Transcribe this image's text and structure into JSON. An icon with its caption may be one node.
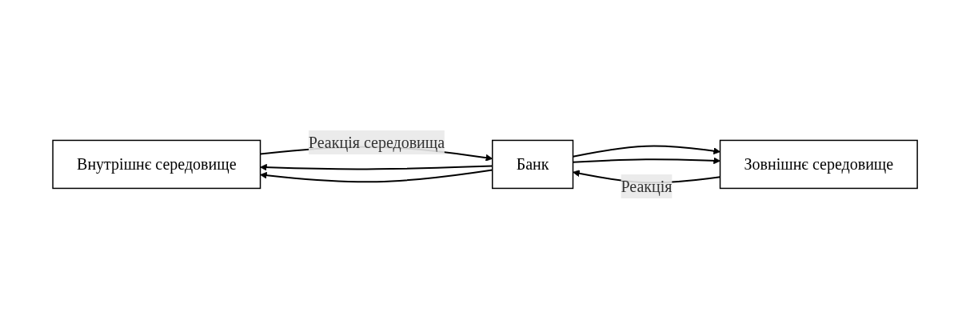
{
  "diagram": {
    "nodes": [
      {
        "text": [
          "Внутрішнє середовище"
        ]
      },
      {
        "text": [
          "Банк"
        ]
      },
      {
        "text": [
          "Зовнішнє середовище"
        ]
      }
    ],
    "edges": [
      {
        "from": 0,
        "to": 1,
        "arrow": "to",
        "label": "Реакція середовища"
      },
      {
        "from": 2,
        "to": 1,
        "arrow": "to",
        "label": "Реакція"
      },
      {
        "from": 1,
        "to": 0,
        "arrow": "to"
      },
      {
        "from": 1,
        "to": 0,
        "arrow": "to"
      },
      {
        "from": 1,
        "to": 2,
        "arrow": "to"
      },
      {
        "from": 1,
        "to": 2,
        "arrow": "to"
      }
    ]
  }
}
